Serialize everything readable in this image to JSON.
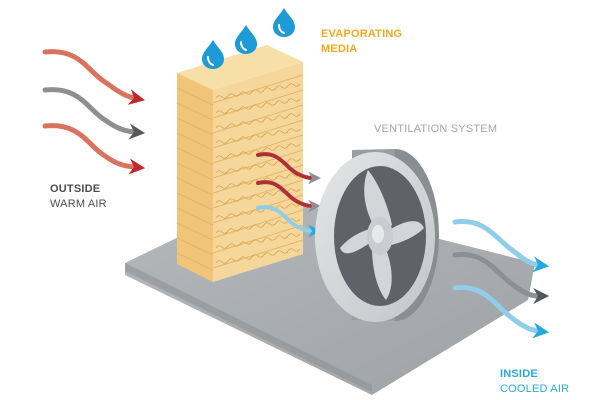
{
  "labels": {
    "media_line1": "EVAPORATING",
    "media_line2": "MEDIA",
    "ventilation": "VENTILATION SYSTEM",
    "outside_line1": "OUTSIDE",
    "outside_line2": "WARM AIR",
    "inside_line1": "INSIDE",
    "inside_line2": "COOLED AIR"
  },
  "colors": {
    "warm": "#d9735f",
    "warm_head": "#c0282d",
    "neutral": "#8d8f92",
    "neutral_head": "#555759",
    "cool": "#8fcde9",
    "cool_head": "#26a8e0",
    "media_accent": "#f3a91e",
    "water_drop": "#1e9ad6",
    "pad": "#f6d79b"
  }
}
